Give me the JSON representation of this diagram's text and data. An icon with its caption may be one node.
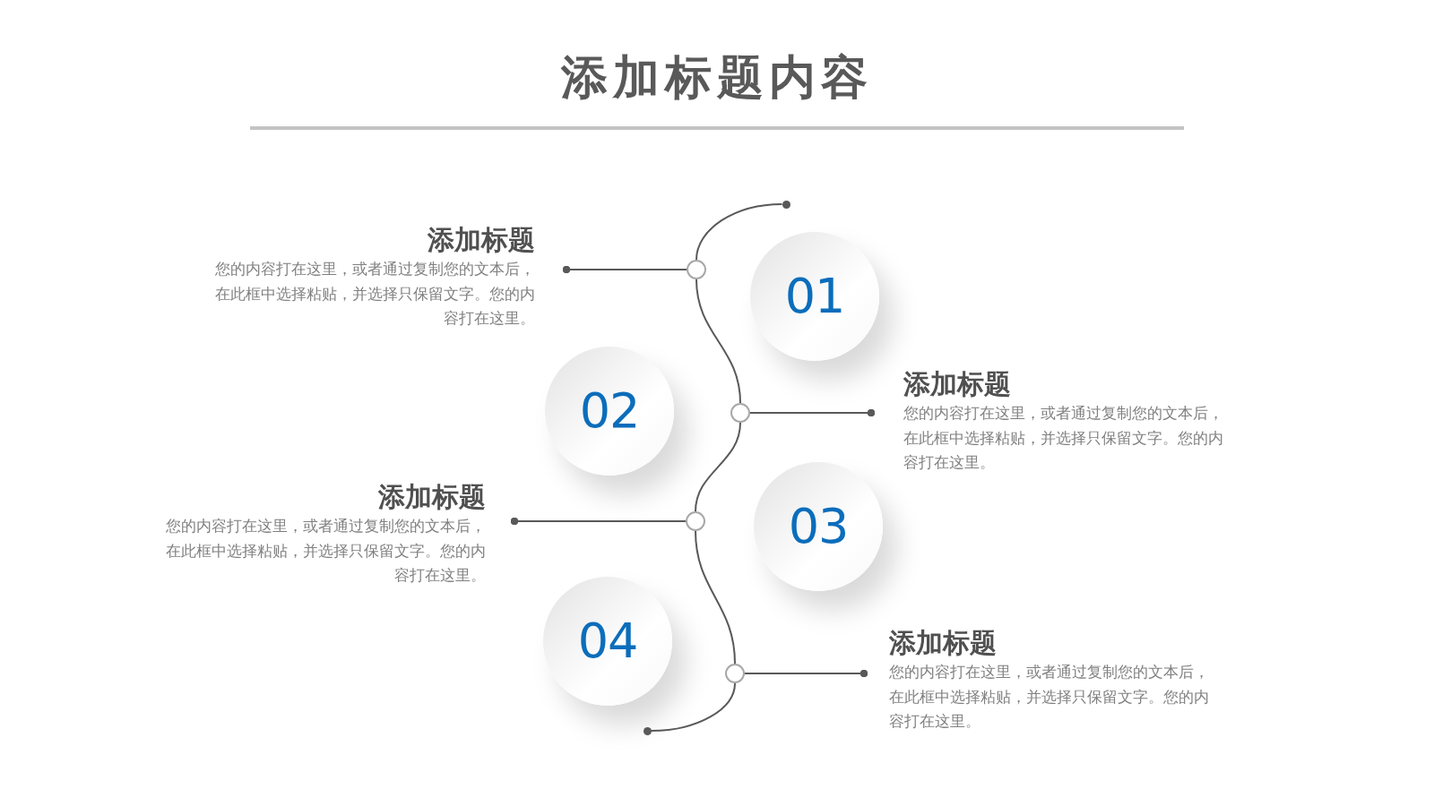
{
  "diagram": {
    "title": "添加标题内容",
    "nodes": [
      {
        "text": [
          "01"
        ]
      },
      {
        "text": [
          "02"
        ]
      },
      {
        "text": [
          "03"
        ]
      },
      {
        "text": [
          "04"
        ]
      },
      {
        "text": [
          "添加标题",
          "您的内容打在这里，或者通过复制您的文本后，在此框中选择粘贴，并选择只保留文字。您的内容打在这里。"
        ]
      },
      {
        "text": [
          "添加标题",
          "您的内容打在这里，或者通过复制您的文本后，在此框中选择粘贴，并选择只保留文字。您的内容打在这里。"
        ]
      },
      {
        "text": [
          "添加标题",
          "您的内容打在这里，或者通过复制您的文本后，在此框中选择粘贴，并选择只保留文字。您的内容打在这里。"
        ]
      },
      {
        "text": [
          "添加标题",
          "您的内容打在这里，或者通过复制您的文本后，在此框中选择粘贴，并选择只保留文字。您的内容打在这里。"
        ]
      },
      {
        "text": [],
        "shape": "circle"
      },
      {
        "text": [],
        "shape": "circle"
      },
      {
        "text": [],
        "shape": "circle"
      },
      {
        "text": [],
        "shape": "circle"
      },
      {
        "text": [],
        "shape": "circle"
      },
      {
        "text": [],
        "shape": "circle"
      }
    ],
    "edges": [
      {
        "from": 8,
        "to": 9,
        "arrow": "none"
      },
      {
        "from": 9,
        "to": 10,
        "arrow": "none"
      },
      {
        "from": 10,
        "to": 11,
        "arrow": "none"
      },
      {
        "from": 11,
        "to": 12,
        "arrow": "none"
      },
      {
        "from": 12,
        "to": 13,
        "arrow": "none"
      },
      {
        "from": 4,
        "to": 9,
        "arrow": "other"
      },
      {
        "from": 5,
        "to": 10,
        "arrow": "other"
      },
      {
        "from": 6,
        "to": 11,
        "arrow": "other"
      },
      {
        "from": 7,
        "to": 12,
        "arrow": "other"
      }
    ]
  }
}
